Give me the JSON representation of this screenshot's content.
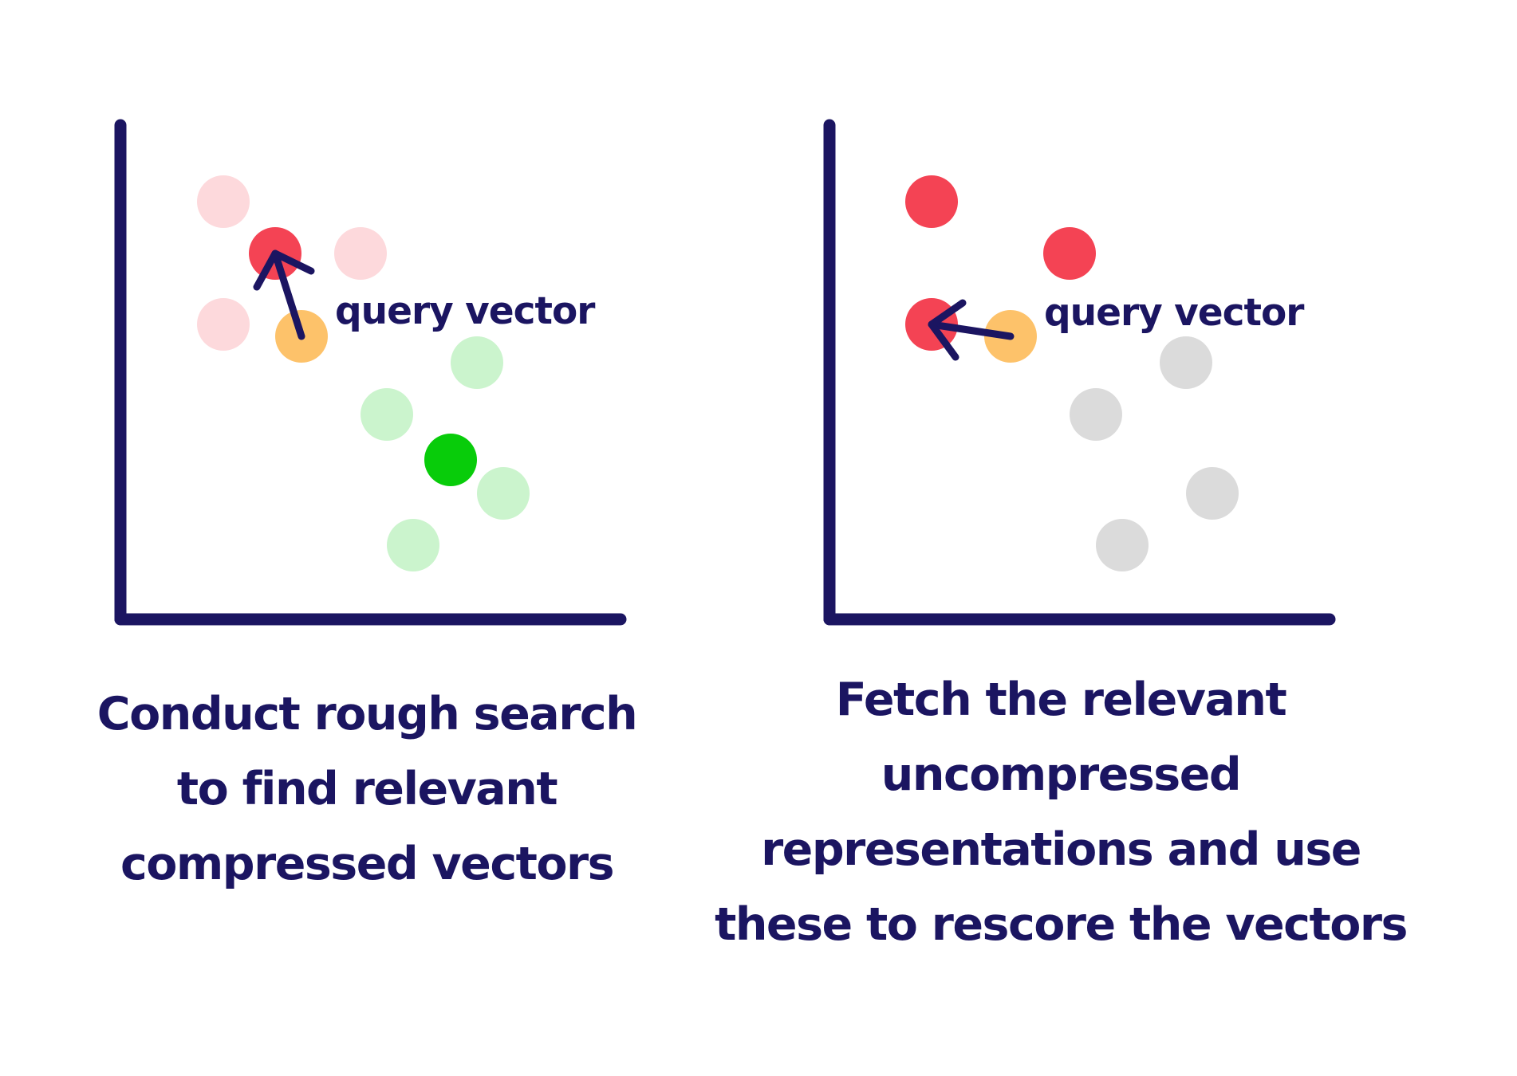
{
  "colors": {
    "ink": "#1b1561",
    "selected_red": "#f44354",
    "faded_red": "#fdd9dc",
    "query_orange": "#fdc26a",
    "selected_green": "#08cc0a",
    "faded_green": "#cbf4cd",
    "gray": "#dbdbdb"
  },
  "panels": [
    {
      "query_label": "query vector",
      "caption_lines": [
        "Conduct rough search",
        "to find relevant",
        "compressed vectors"
      ]
    },
    {
      "query_label": "query vector",
      "caption_lines": [
        "Fetch the relevant",
        "uncompressed",
        "representations and use",
        "these to rescore the vectors"
      ]
    }
  ]
}
